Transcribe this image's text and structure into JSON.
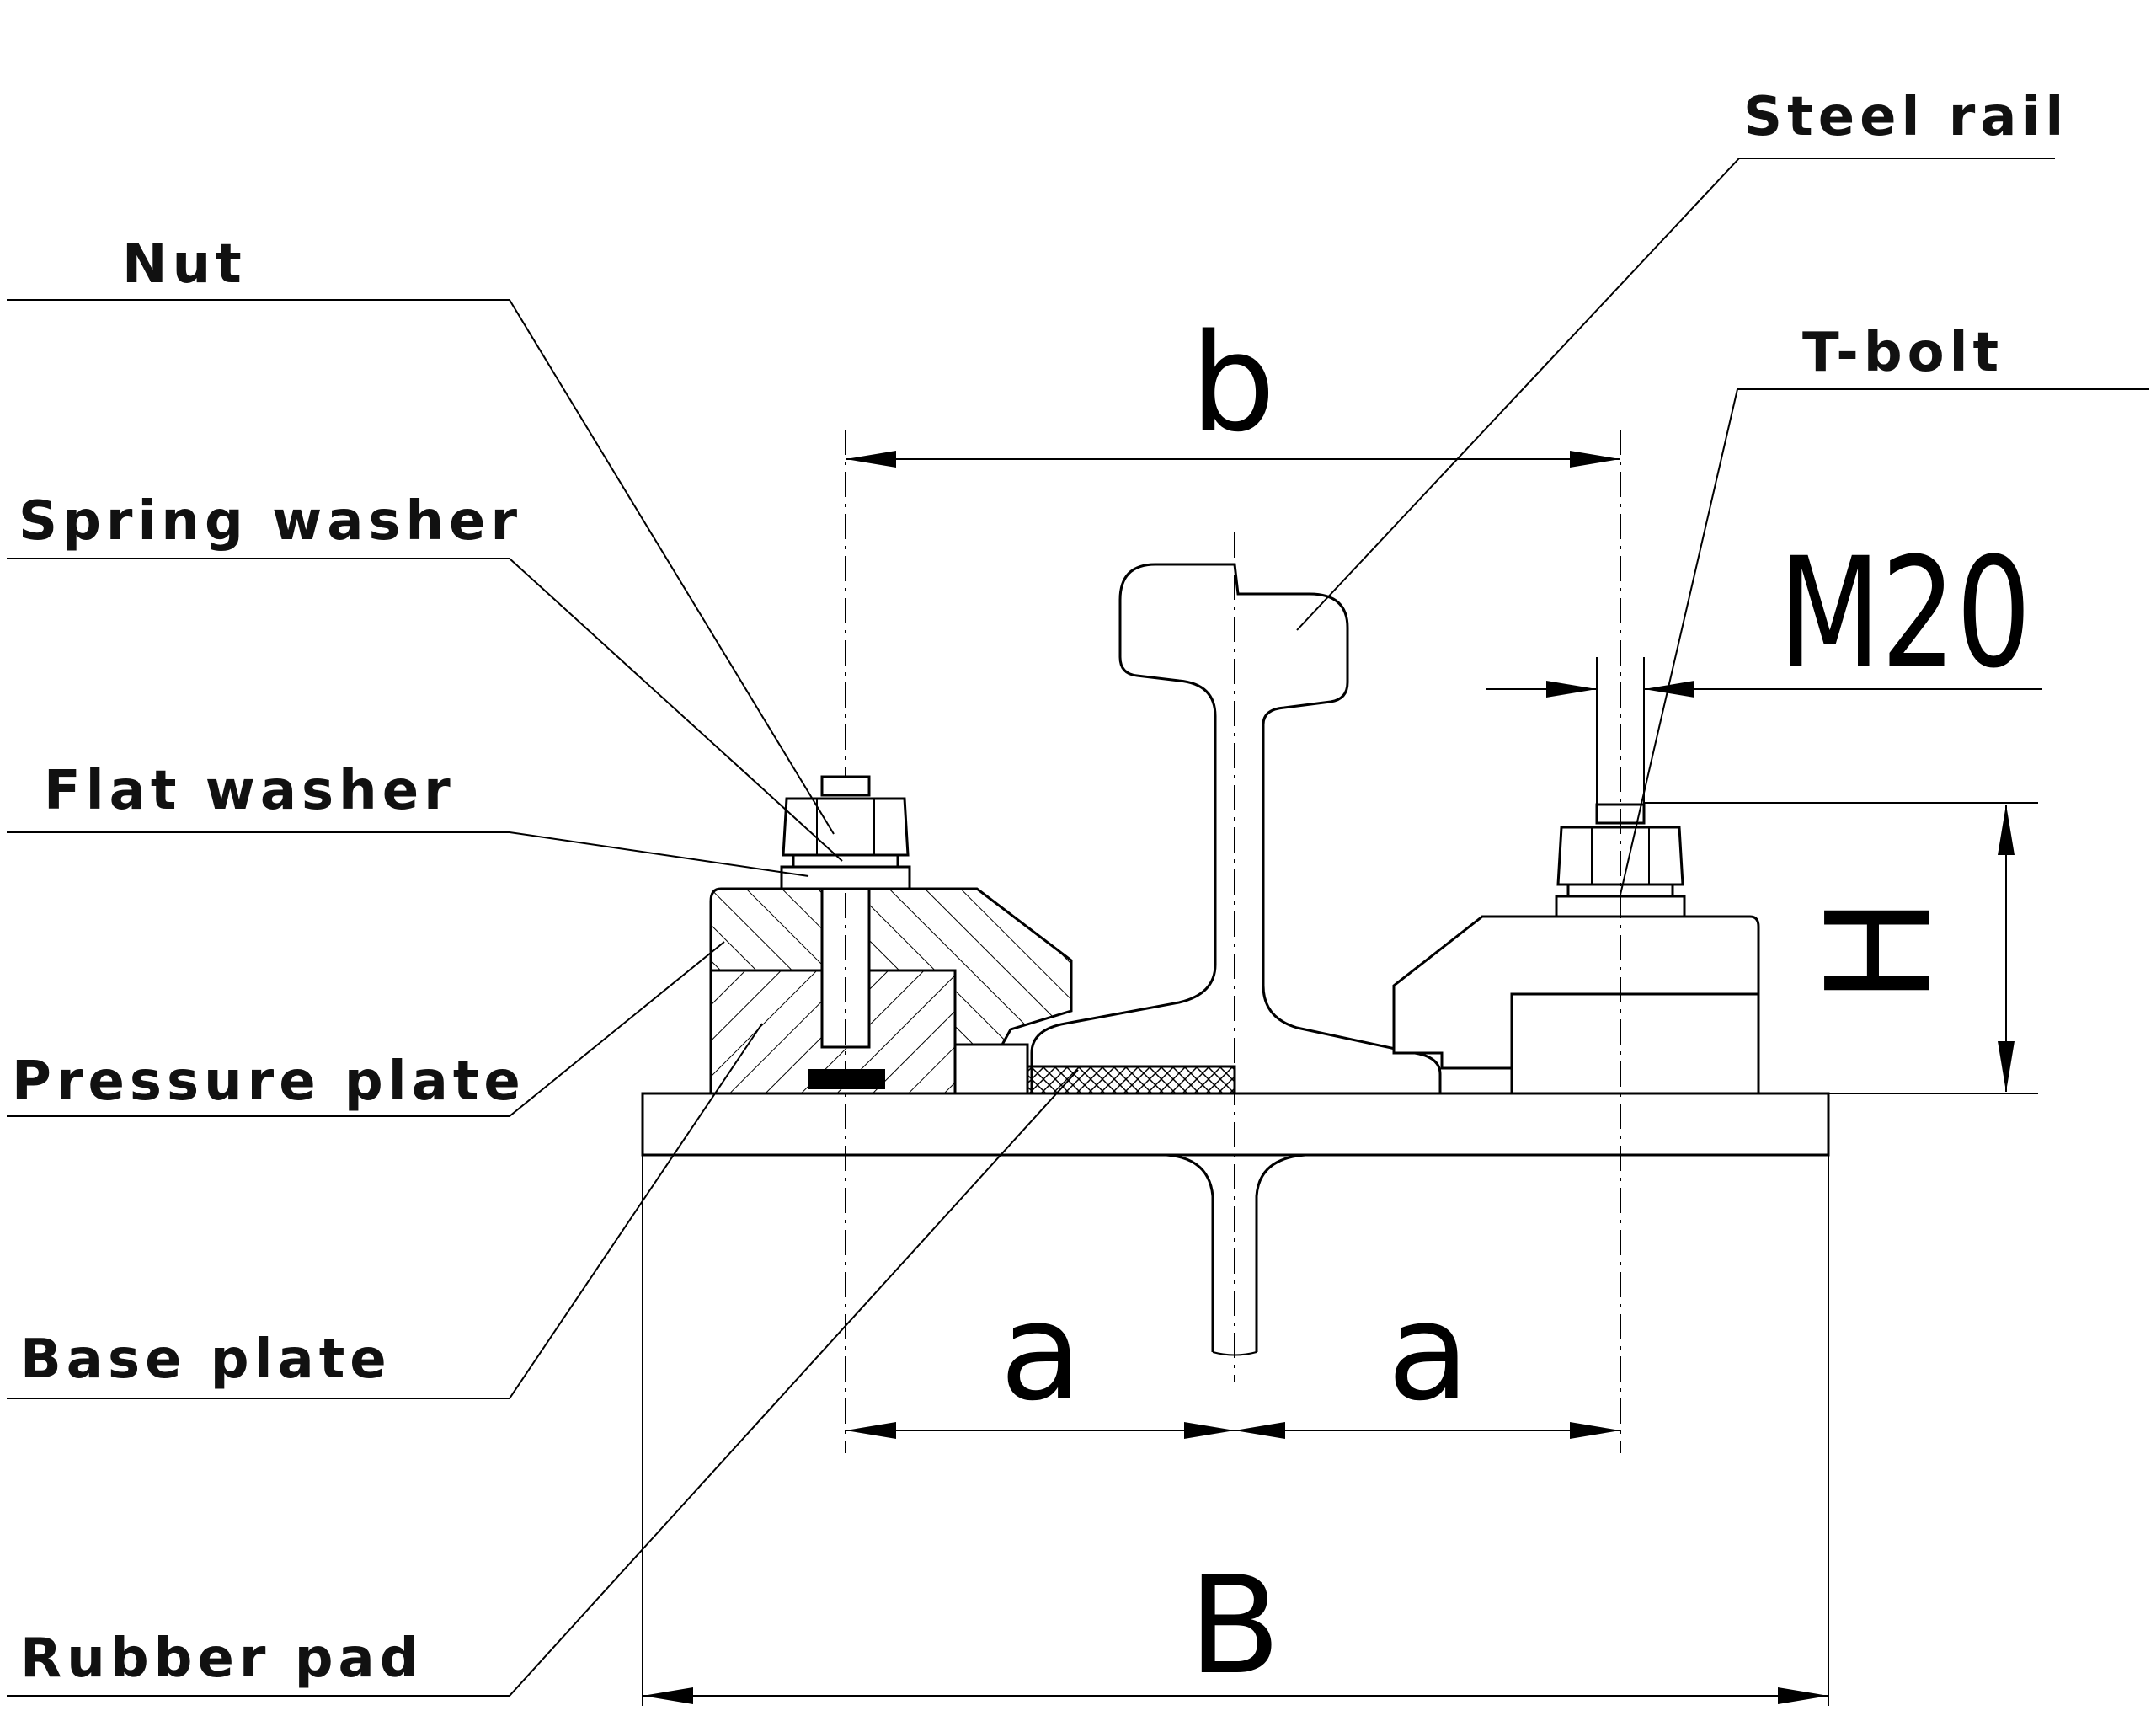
{
  "labels": {
    "nut": "Nut",
    "spring_washer": "Spring washer",
    "flat_washer": "Flat washer",
    "pressure_plate": "Pressure plate",
    "base_plate": "Base plate",
    "rubber_pad": "Rubber pad",
    "steel_rail": "Steel rail",
    "t_bolt": "T-bolt"
  },
  "dimensions": {
    "b": "b",
    "a_left": "a",
    "a_right": "a",
    "B": "B",
    "M20": "M20",
    "H": "H"
  }
}
